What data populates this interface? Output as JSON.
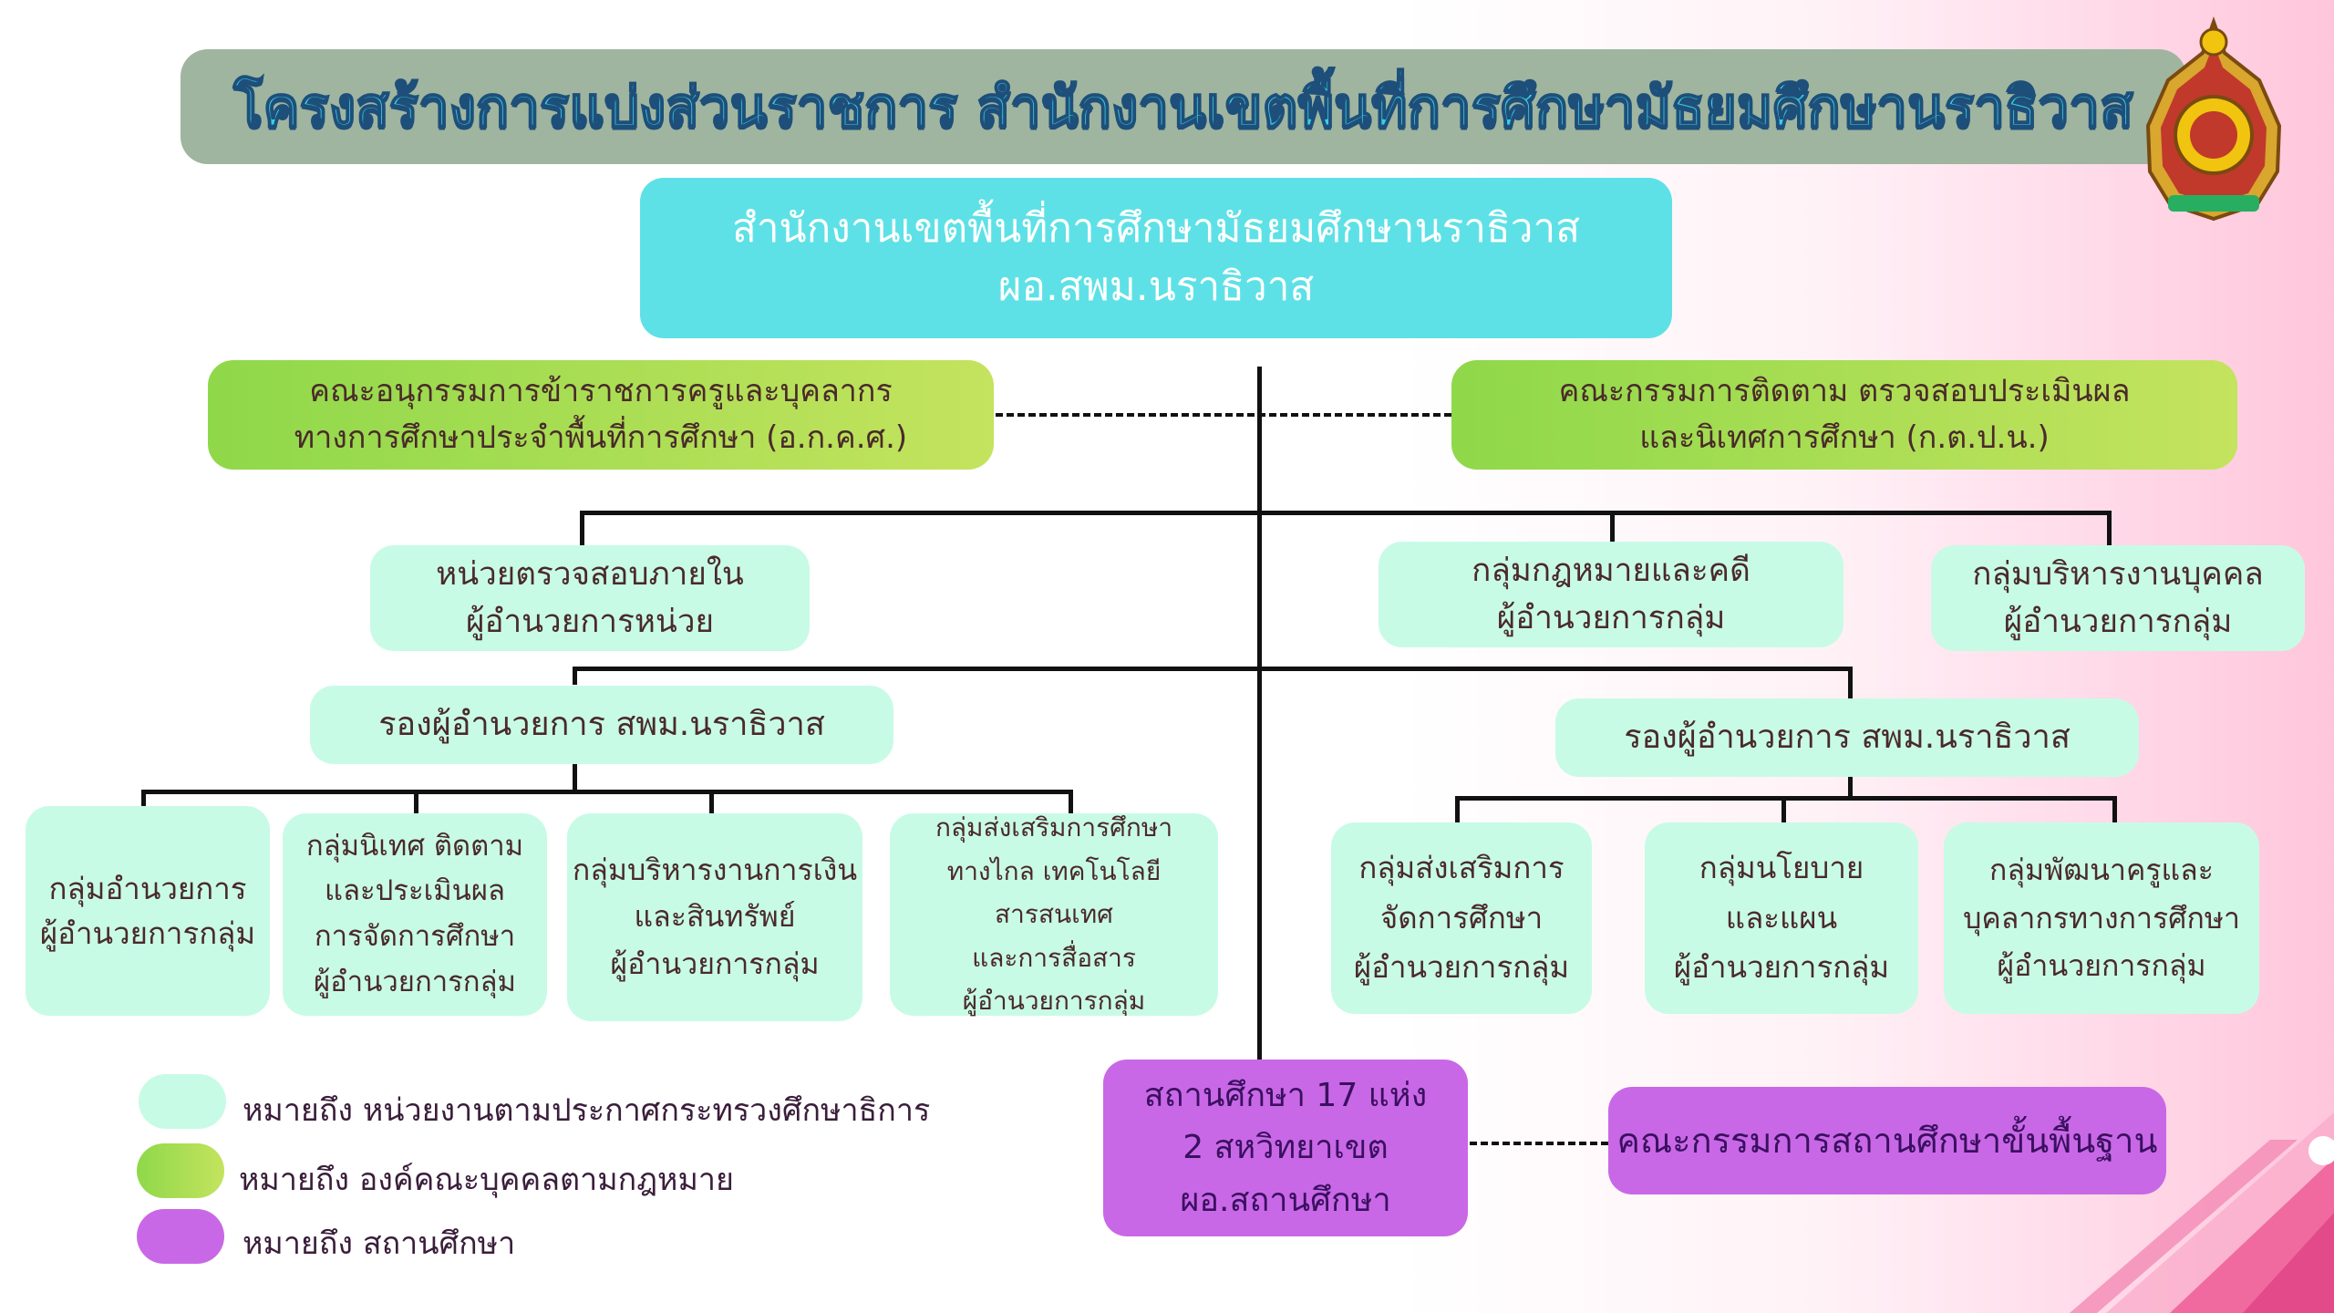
{
  "title": "โครงสร้างการแบ่งส่วนราชการ สำนักงานเขตพื้นที่การศึกษามัธยมศึกษานราธิวาส",
  "top_office": {
    "line1": "สำนักงานเขตพื้นที่การศึกษามัธยมศึกษานราธิวาส",
    "line2": "ผอ.สพม.นราธิวาส"
  },
  "committees": {
    "left": {
      "line1": "คณะอนุกรรมการข้าราชการครูและบุคลากร",
      "line2": "ทางการศึกษาประจำพื้นที่การศึกษา (อ.ก.ค.ศ.)"
    },
    "right": {
      "line1": "คณะกรรมการติดตาม ตรวจสอบประเมินผล",
      "line2": "และนิเทศการศึกษา (ก.ต.ป.น.)"
    }
  },
  "units": {
    "internal_audit": {
      "line1": "หน่วยตรวจสอบภายใน",
      "line2": "ผู้อำนวยการหน่วย"
    },
    "legal": {
      "line1": "กลุ่มกฎหมายและคดี",
      "line2": "ผู้อำนวยการกลุ่ม"
    },
    "personnel": {
      "line1": "กลุ่มบริหารงานบุคคล",
      "line2": "ผู้อำนวยการกลุ่ม"
    }
  },
  "deputies": {
    "left": "รองผู้อำนวยการ สพม.นราธิวาส",
    "right": "รองผู้อำนวยการ สพม.นราธิวาส"
  },
  "left_groups": [
    {
      "lines": [
        "กลุ่มอำนวยการ",
        "ผู้อำนวยการกลุ่ม"
      ]
    },
    {
      "lines": [
        "กลุ่มนิเทศ ติดตาม",
        "และประเมินผล",
        "การจัดการศึกษา",
        "ผู้อำนวยการกลุ่ม"
      ]
    },
    {
      "lines": [
        "กลุ่มบริหารงานการเงิน",
        "และสินทรัพย์",
        "ผู้อำนวยการกลุ่ม"
      ]
    },
    {
      "lines": [
        "กลุ่มส่งเสริมการศึกษา",
        "ทางไกล เทคโนโลยีสารสนเทศ",
        "และการสื่อสาร",
        "ผู้อำนวยการกลุ่ม"
      ]
    }
  ],
  "right_groups": [
    {
      "lines": [
        "กลุ่มส่งเสริมการ",
        "จัดการศึกษา",
        "ผู้อำนวยการกลุ่ม"
      ]
    },
    {
      "lines": [
        "กลุ่มนโยบาย",
        "และแผน",
        "ผู้อำนวยการกลุ่ม"
      ]
    },
    {
      "lines": [
        "กลุ่มพัฒนาครูและ",
        "บุคลากรทางการศึกษา",
        "ผู้อำนวยการกลุ่ม"
      ]
    }
  ],
  "schools": {
    "line1": "สถานศึกษา 17 แห่ง",
    "line2": "2 สหวิทยาเขต",
    "line3": "ผอ.สถานศึกษา"
  },
  "basic_board": "คณะกรรมการสถานศึกษาขั้นพื้นฐาน",
  "legend": {
    "mint": "หมายถึง หน่วยงานตามประกาศกระทรวงศึกษาธิการ",
    "green": "หมายถึง องค์คณะบุคคลตามกฎหมาย",
    "purple": "หมายถึง สถานศึกษา"
  },
  "colors": {
    "mint": "#c8fbe6",
    "green_start": "#8fd84a",
    "green_end": "#c4e35e",
    "purple": "#c968e6",
    "cyan": "#5ee1e6",
    "title_bar": "#9fb59f",
    "title_text": "#3ad0e4"
  },
  "icons": {
    "emblem": "ministry-emblem-icon"
  }
}
